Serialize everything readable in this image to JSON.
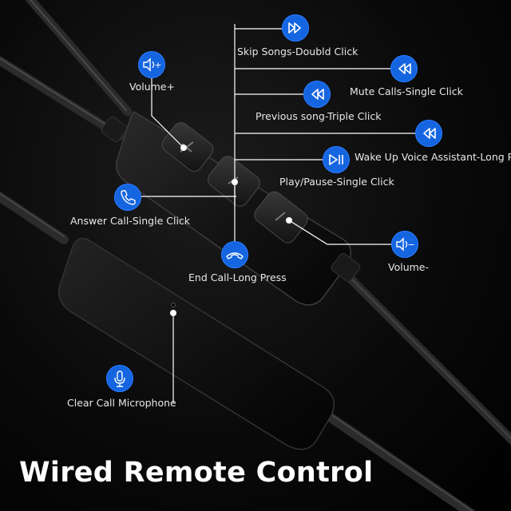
{
  "title": "Wired Remote Control",
  "callouts": {
    "skip_songs": "Skip Songs-Doubld Click",
    "volume_up": "Volume+",
    "mute_calls": "Mute Calls-Single Click",
    "previous_song": "Previous song-Triple Click",
    "wake_voice": "Wake Up Voice Assistant-Long Press",
    "play_pause": "Play/Pause-Single Click",
    "answer_call": "Answer Call-Single Click",
    "volume_down": "Volume-",
    "end_call": "End Call-Long Press",
    "microphone": "Clear Call Microphone"
  },
  "badge_text": {
    "volume_up": "+",
    "volume_down": "−"
  },
  "icons": {
    "skip_songs": "fast-forward-icon",
    "volume_up": "speaker-plus-icon",
    "mute_calls": "rewind-icon",
    "previous_song": "rewind-icon",
    "wake_voice": "rewind-icon",
    "play_pause": "play-pause-icon",
    "answer_call": "phone-icon",
    "volume_down": "speaker-minus-icon",
    "end_call": "hang-up-icon",
    "microphone": "microphone-icon"
  },
  "colors": {
    "badge_blue": "#1565e0",
    "background": "#000000",
    "text": "#ffffff"
  }
}
